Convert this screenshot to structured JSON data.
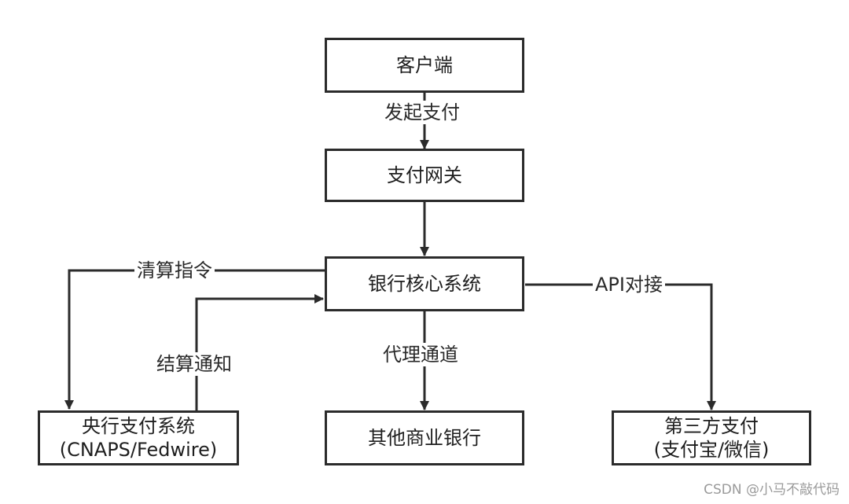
{
  "nodes": {
    "client": "客户端",
    "gateway": "支付网关",
    "core": "银行核心系统",
    "central_line1": "央行支付系统",
    "central_line2": "(CNAPS/Fedwire)",
    "other_bank": "其他商业银行",
    "third_line1": "第三方支付",
    "third_line2": "(支付宝/微信)"
  },
  "edges": {
    "initiate_payment": "发起支付",
    "clearing_instruction": "清算指令",
    "settlement_notice": "结算通知",
    "agency_channel": "代理通道",
    "api_integration": "API对接"
  },
  "watermark": "CSDN @小马不敲代码",
  "colors": {
    "stroke": "#2b2b2b",
    "text": "#1e1e1e",
    "watermark": "#9a9a9a"
  }
}
